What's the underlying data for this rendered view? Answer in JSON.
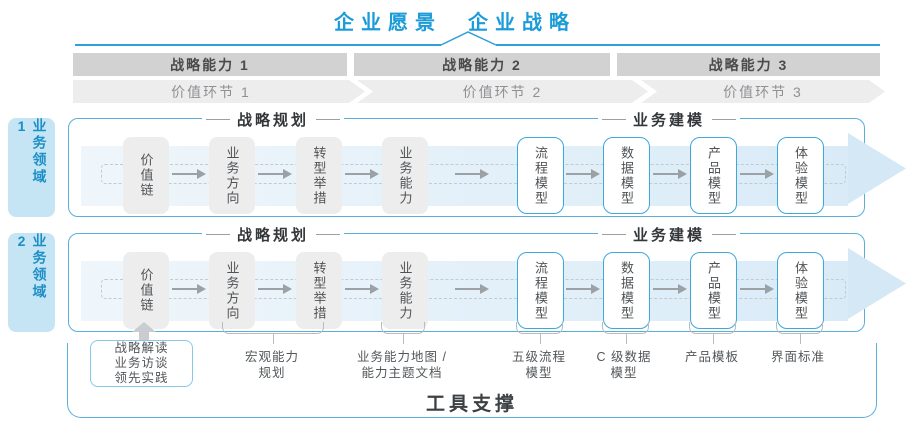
{
  "header": {
    "vision": "企业愿景",
    "strategy": "企业战略"
  },
  "capabilities": [
    "战略能力 1",
    "战略能力 2",
    "战略能力 3"
  ],
  "value_links": [
    "价值环节 1",
    "价值环节 2",
    "价值环节 3"
  ],
  "domains": [
    "业务领域 1",
    "业务领域 2"
  ],
  "row_sections": {
    "planning": "战略规划",
    "modeling": "业务建模"
  },
  "boxes": {
    "gray": [
      "价值链",
      "业务方向",
      "转型举措",
      "业务能力"
    ],
    "blue": [
      "流程模型",
      "数据模型",
      "产品模型",
      "体验模型"
    ]
  },
  "annotations": {
    "interview": [
      "战略解读",
      "业务访谈",
      "领先实践"
    ],
    "macro_capability": [
      "宏观能力",
      "规划"
    ],
    "capability_map": [
      "业务能力地图 /",
      "能力主题文档"
    ],
    "process_model": [
      "五级流程",
      "模型"
    ],
    "data_model": [
      "C 级数据",
      "模型"
    ],
    "product_template": [
      "产品模板",
      ""
    ],
    "ui_standard": [
      "界面标准",
      ""
    ]
  },
  "footer": {
    "tool_support": "工具支撑"
  },
  "colors": {
    "accent_blue": "#1b9cd8",
    "border_blue": "#58b0da",
    "band_blue": "#d9ebf7",
    "sidebar_fill": "#c5e5f5",
    "bar_gray": "#d2d2d2",
    "chevron_gray": "#ededed",
    "box_gray": "#ededed",
    "text_dark": "#33373a",
    "text_gray": "#53575a"
  }
}
